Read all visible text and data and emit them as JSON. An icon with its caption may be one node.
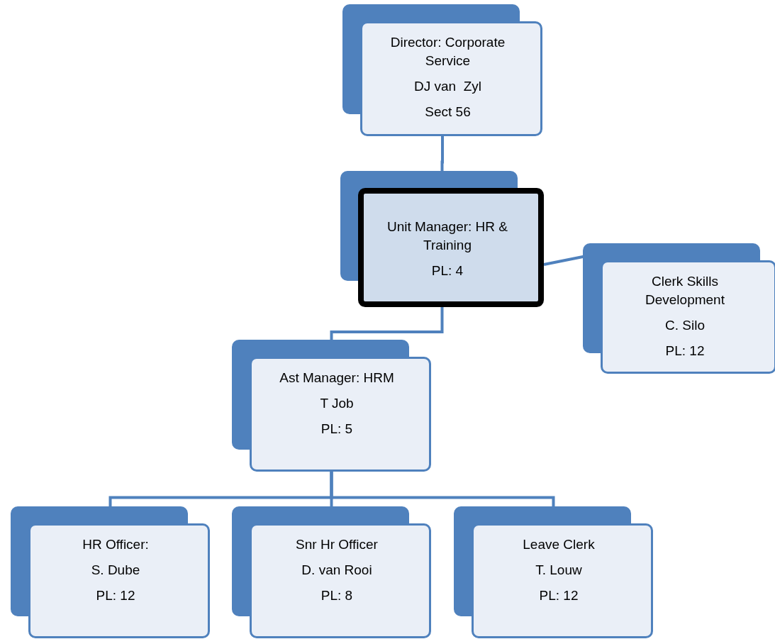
{
  "diagram": {
    "nodes": [
      {
        "text": [
          "Director: Corporate Service",
          "DJ van  Zyl",
          "Sect 56"
        ]
      },
      {
        "text": [
          "Unit Manager: HR & Training",
          "PL: 4"
        ]
      },
      {
        "text": [
          "Clerk Skills Development",
          "C. Silo",
          "PL: 12"
        ]
      },
      {
        "text": [
          "Ast Manager: HRM",
          "T Job",
          "PL: 5"
        ]
      },
      {
        "text": [
          "HR Officer:",
          "S. Dube",
          "PL: 12"
        ]
      },
      {
        "text": [
          "Snr Hr Officer",
          "D. van Rooi",
          "PL: 8"
        ]
      },
      {
        "text": [
          "Leave Clerk",
          "T. Louw",
          "PL: 12"
        ]
      }
    ],
    "edges": [
      {
        "from": 0,
        "to": 1,
        "arrow": "none"
      },
      {
        "from": 1,
        "to": 2,
        "arrow": "none"
      },
      {
        "from": 1,
        "to": 3,
        "arrow": "none"
      },
      {
        "from": 3,
        "to": 4,
        "arrow": "none"
      },
      {
        "from": 3,
        "to": 5,
        "arrow": "none"
      },
      {
        "from": 3,
        "to": 6,
        "arrow": "none"
      }
    ]
  }
}
